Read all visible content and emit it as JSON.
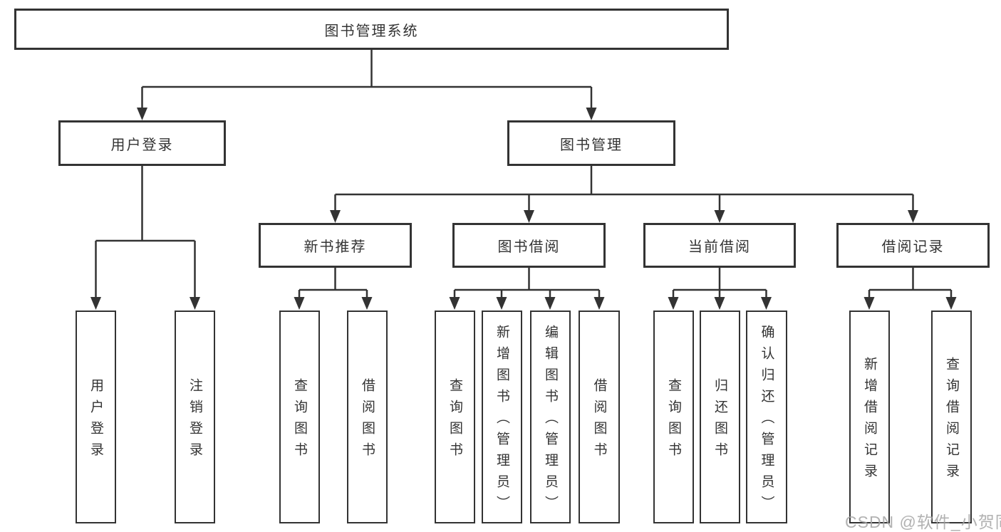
{
  "watermark": "CSDN @软件_小贺同学",
  "colors": {
    "line": "#333333",
    "box_border": "#333333",
    "text": "#333333",
    "watermark": "#a4a4a4",
    "background": "#ffffff"
  },
  "tree": {
    "root": {
      "label": "图书管理系统"
    },
    "branches": [
      {
        "label": "用户登录",
        "children": [
          {
            "label": "用户登录"
          },
          {
            "label": "注销登录"
          }
        ]
      },
      {
        "label": "图书管理",
        "children": [
          {
            "label": "新书推荐",
            "children": [
              {
                "label": "查询图书"
              },
              {
                "label": "借阅图书"
              }
            ]
          },
          {
            "label": "图书借阅",
            "children": [
              {
                "label": "查询图书"
              },
              {
                "label": "新增图书（管理员）"
              },
              {
                "label": "编辑图书（管理员）"
              },
              {
                "label": "借阅图书"
              }
            ]
          },
          {
            "label": "当前借阅",
            "children": [
              {
                "label": "查询图书"
              },
              {
                "label": "归还图书"
              },
              {
                "label": "确认归还（管理员）"
              }
            ]
          },
          {
            "label": "借阅记录",
            "children": [
              {
                "label": "新增借阅记录"
              },
              {
                "label": "查询借阅记录"
              }
            ]
          }
        ]
      }
    ]
  }
}
